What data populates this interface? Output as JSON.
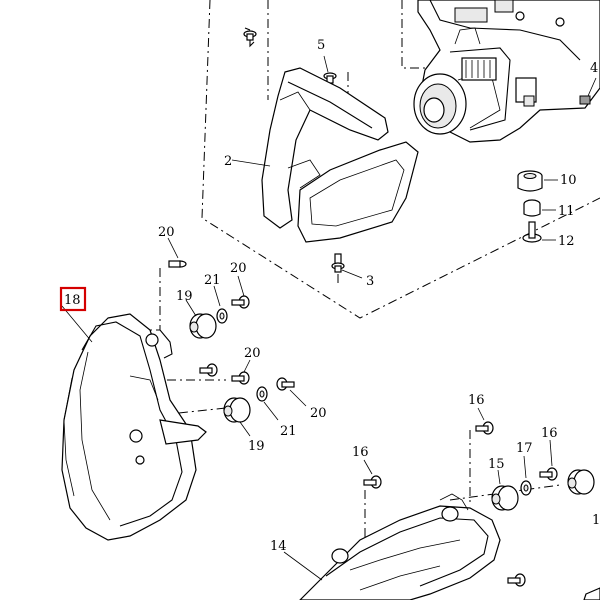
{
  "diagram": {
    "highlight_color": "#d40000",
    "callouts": [
      {
        "id": "c-top",
        "label": ""
      },
      {
        "id": "c5",
        "label": "5"
      },
      {
        "id": "c4",
        "label": "4"
      },
      {
        "id": "c2",
        "label": "2"
      },
      {
        "id": "c10",
        "label": "10"
      },
      {
        "id": "c11",
        "label": "11"
      },
      {
        "id": "c12",
        "label": "12"
      },
      {
        "id": "c3",
        "label": "3"
      },
      {
        "id": "c20a",
        "label": "20"
      },
      {
        "id": "c18",
        "label": "18"
      },
      {
        "id": "c19a",
        "label": "19"
      },
      {
        "id": "c21a",
        "label": "21"
      },
      {
        "id": "c20b",
        "label": "20"
      },
      {
        "id": "c20c",
        "label": "20"
      },
      {
        "id": "c20d",
        "label": "20"
      },
      {
        "id": "c19b",
        "label": "19"
      },
      {
        "id": "c21b",
        "label": "21"
      },
      {
        "id": "c16a",
        "label": "16"
      },
      {
        "id": "c16b",
        "label": "16"
      },
      {
        "id": "c17",
        "label": "17"
      },
      {
        "id": "c16c",
        "label": "16"
      },
      {
        "id": "c15",
        "label": "15"
      },
      {
        "id": "c1x",
        "label": "1"
      },
      {
        "id": "c14",
        "label": "14"
      }
    ]
  }
}
